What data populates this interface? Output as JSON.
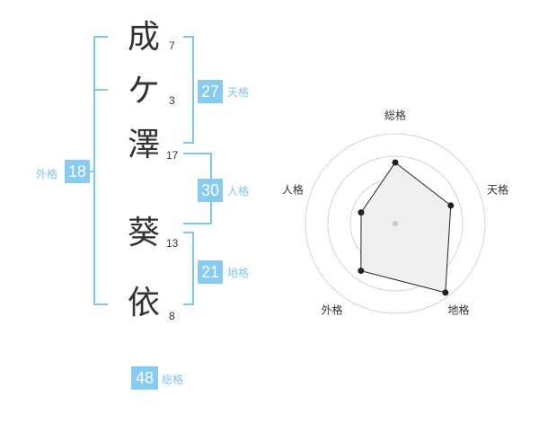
{
  "name": {
    "chars": [
      {
        "char": "成",
        "strokes": "7"
      },
      {
        "char": "ケ",
        "strokes": "3"
      },
      {
        "char": "澤",
        "strokes": "17"
      },
      {
        "char": "葵",
        "strokes": "13"
      },
      {
        "char": "依",
        "strokes": "8"
      }
    ]
  },
  "kakusu": {
    "ten": {
      "value": "27",
      "label": "天格"
    },
    "jin": {
      "value": "30",
      "label": "人格"
    },
    "chi": {
      "value": "21",
      "label": "地格"
    },
    "gai": {
      "value": "18",
      "label": "外格"
    },
    "sou": {
      "value": "48",
      "label": "総格"
    }
  },
  "colors": {
    "accent": "#86cbf1",
    "accent_line": "#7fc6ef",
    "text": "#333333",
    "radar_fill": "#efefef"
  },
  "chart_data": {
    "type": "radar",
    "categories": [
      "総格",
      "天格",
      "地格",
      "外格",
      "人格"
    ],
    "values": [
      0.68,
      0.65,
      0.95,
      0.65,
      0.4
    ],
    "range": [
      0,
      1
    ],
    "rings": 4
  }
}
